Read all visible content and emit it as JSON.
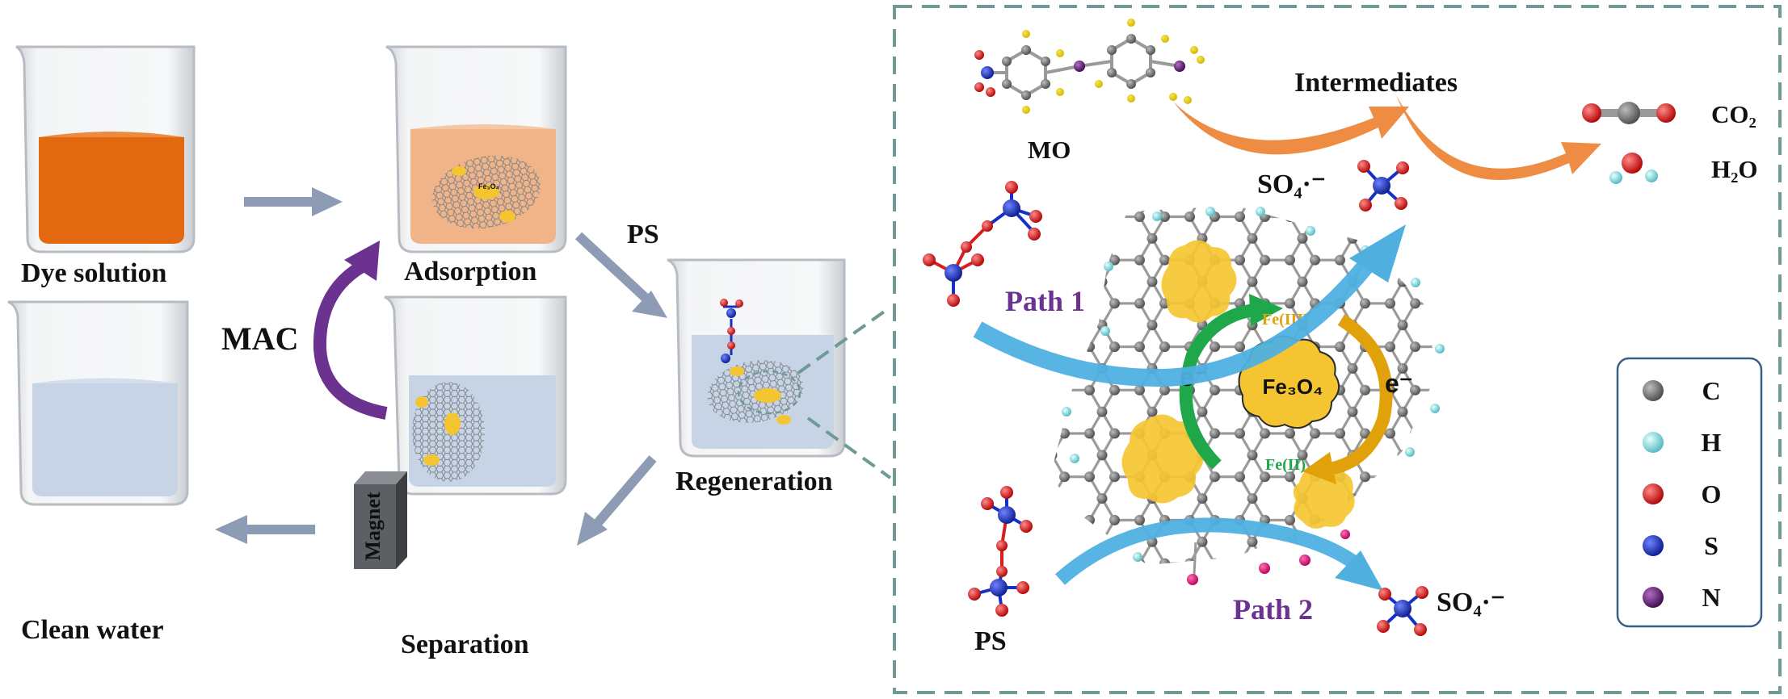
{
  "labels": {
    "dye_solution": "Dye solution",
    "adsorption": "Adsorption",
    "regeneration": "Regeneration",
    "separation": "Separation",
    "clean_water": "Clean water",
    "mac": "MAC",
    "ps_top": "PS",
    "magnet": "Magnet",
    "mo": "MO",
    "intermediates": "Intermediates",
    "co2": "CO₂",
    "h2o": "H₂O",
    "so4_top": "SO₄·⁻",
    "so4_bottom": "SO₄·⁻",
    "path1": "Path 1",
    "path2": "Path 2",
    "ps_bottom": "PS",
    "fe3o4_center": "Fe₃O₄",
    "fe3o4_small": "Fe₃O₄",
    "fe_iii": "Fe(III)",
    "fe_ii": "Fe(II)",
    "e_left": "e⁻",
    "e_right": "e⁻"
  },
  "legend": [
    {
      "atom": "C",
      "color": "#6e6e6e"
    },
    {
      "atom": "H",
      "color": "#7fd6dc"
    },
    {
      "atom": "O",
      "color": "#d81e1e"
    },
    {
      "atom": "S",
      "color": "#1530c8"
    },
    {
      "atom": "N",
      "color": "#6a1f7a"
    }
  ],
  "colors": {
    "dye": "#e2690f",
    "adsorption_liquid": "#f0b488",
    "water": "#c7d4e6",
    "process_arrow": "#8d9cb4",
    "mac_arrow": "#6b3290",
    "path_arrow": "#4fb0e0",
    "intermediate_arrow": "#ec8638",
    "fe_cycle_green": "#1ea84a",
    "fe_cycle_orange": "#e0a10b",
    "fe3o4_yellow": "#f5c531",
    "panel_border": "#6f9a95",
    "path_label": "#6b3290"
  }
}
